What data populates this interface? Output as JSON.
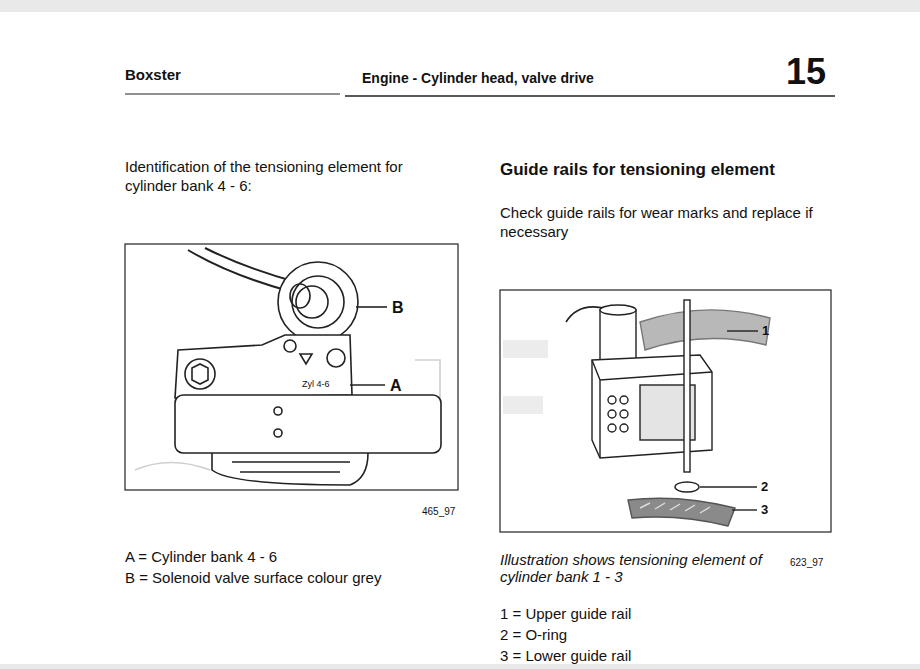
{
  "diagram": {
    "title": "Guide rails for tensioning element",
    "labels": [
      "Boxster",
      "Engine - Cylinder head, valve drive",
      "15",
      "Identification of the tensioning element for cylinder bank 4 - 6:",
      "B",
      "Zyl 4-6",
      "A",
      "465_97",
      "A = Cylinder bank 4 - 6",
      "B = Solenoid valve surface colour grey",
      "Check guide rails for wear marks and replace if necessary",
      "1",
      "2",
      "3",
      "623_97",
      "Illustration shows tensioning element of cylinder bank 1 - 3",
      "1 = Upper guide rail",
      "2 = O-ring",
      "3 = Lower guide rail"
    ]
  }
}
